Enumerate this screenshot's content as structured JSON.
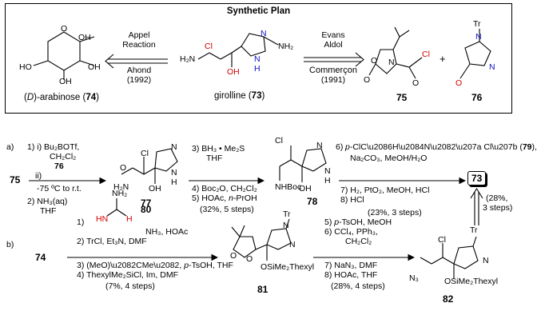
{
  "plan": {
    "title": "Synthetic Plan",
    "appel": [
      "Appel",
      "Reaction",
      "Ahond",
      "(1992)"
    ],
    "evans": [
      "Evans",
      "Aldol",
      "Commerçon",
      "(1991)"
    ],
    "arabinose_label_pre": "(",
    "arabinose_label_D": "D",
    "arabinose_label_post": ")-arabinose (",
    "arabinose_num": "74",
    "close_paren": ")",
    "girolline_label": "girolline (",
    "girolline_num": "73",
    "cpd75": "75",
    "cpd76": "76",
    "plus": "+"
  },
  "route_a": {
    "label": "a)",
    "start": "75",
    "step1": [
      "1) i)  Bu₂BOTf,",
      "CH₂Cl₂",
      "76",
      "ii)",
      "-75 ºC to r.t.",
      "2) NH₃(aq)",
      "THF"
    ],
    "cpd77": "77",
    "step2": [
      "3) BH₃ • Me₂S",
      "THF",
      "4) Boc₂O, CH₂Cl₂",
      "5) HOAc, n-PrOH",
      "(32%, 5 steps)"
    ],
    "cpd78": "78",
    "step3": [
      "6) p-ClC₆H₄N₂⁺ Cl⁻ (79),",
      "Na₂CO₃, MeOH/H₂O",
      "7) H₂, PtO₂, MeOH, HCl",
      "8) HCl",
      "(23%, 3 steps)"
    ],
    "target": "73"
  },
  "route_b": {
    "label": "b)",
    "start": "74",
    "cpd80": "80",
    "step1": [
      "1)",
      "NH₃, HOAc",
      "2) TrCl, Et₃N, DMF",
      "3) (MeO)₂CMe₂, p-TsOH, THF",
      "4) ThexylMe₂SiCl, Im, DMF",
      "(7%, 4 steps)"
    ],
    "cpd81": "81",
    "step2": [
      "5) p-TsOH, MeOH",
      "6)  CCl₄, PPh₃,",
      "CH₂Cl₂",
      "7) NaN₃, DMF",
      "8) HOAc, THF",
      "(28%, 4 steps)"
    ],
    "cpd82": "82",
    "final": [
      "(28%,",
      "3 steps)"
    ]
  },
  "atoms": {
    "OH": "OH",
    "HO": "HO",
    "O": "O",
    "N": "N",
    "NH": "NH",
    "H": "H",
    "Cl": "Cl",
    "H2N": "H₂N",
    "NH2": "NH₂",
    "Tr": "Tr",
    "N3": "N₃",
    "NHBoc": "NHBoc",
    "OSiMe2Thexyl": "OSiMe₂Thexyl",
    "HN": "HN"
  }
}
